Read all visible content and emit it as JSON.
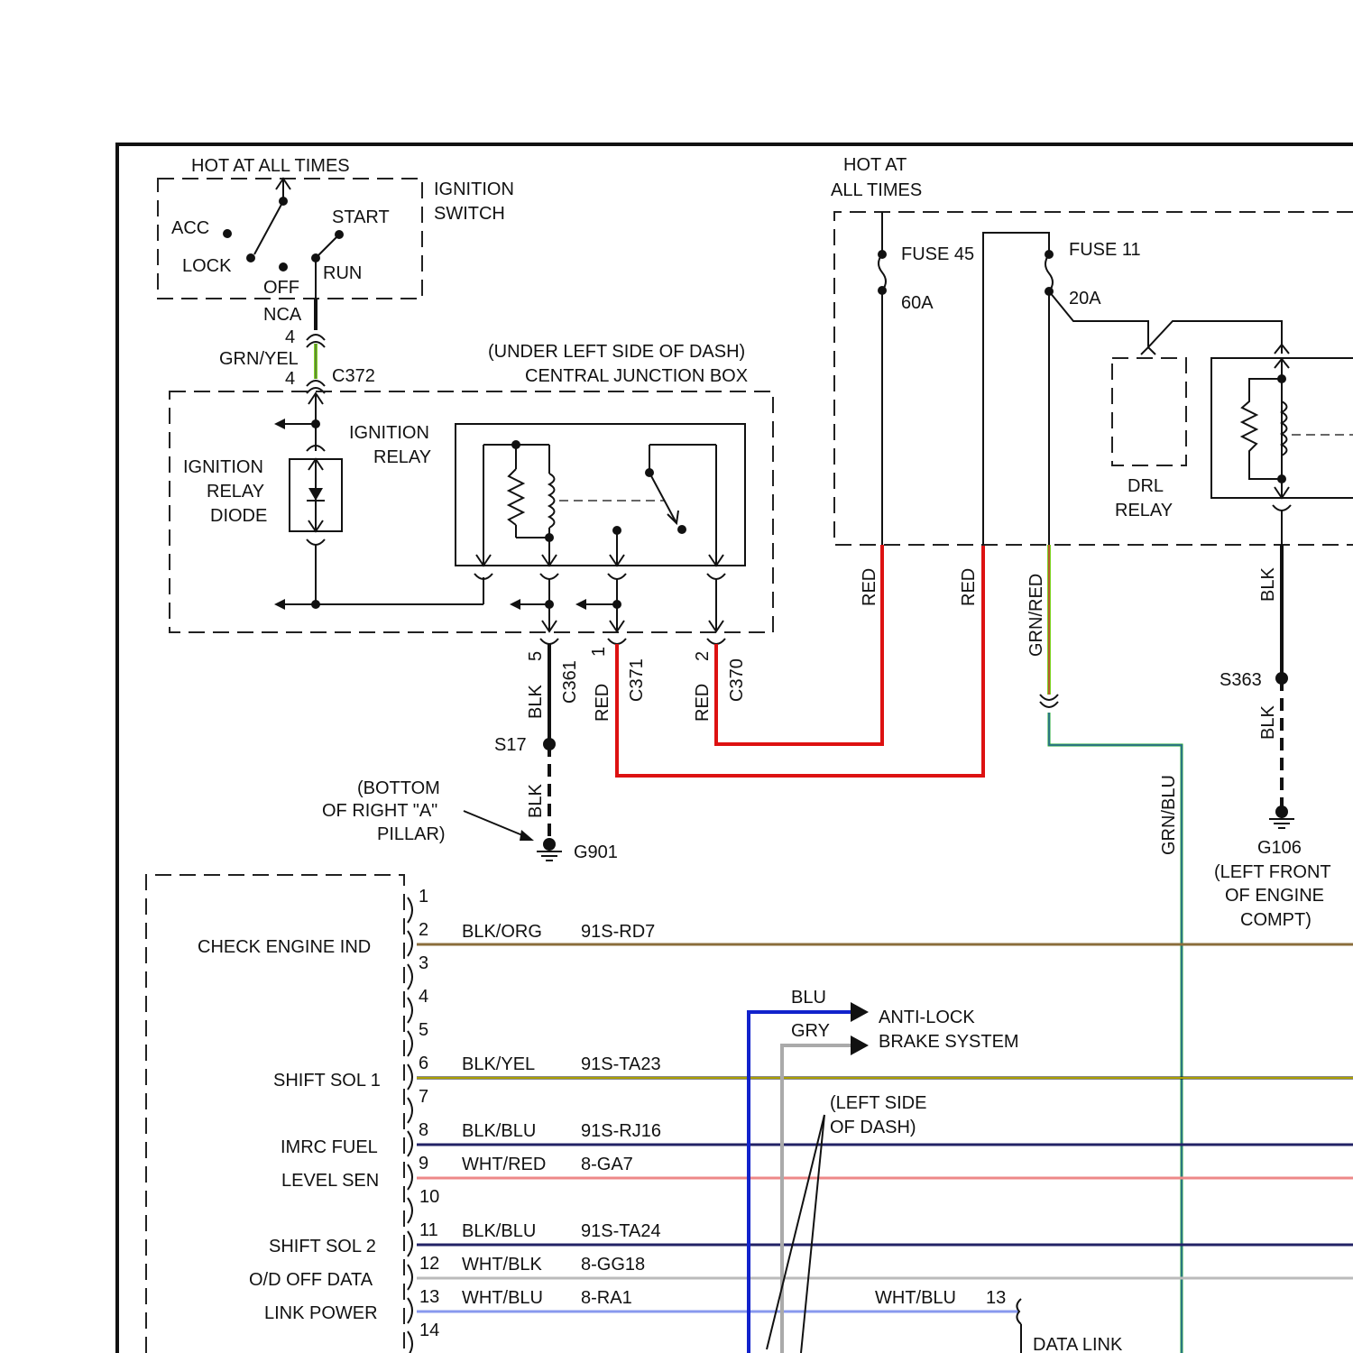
{
  "colors": {
    "red": "#dd1111",
    "blk": "#111111",
    "grn_yel": "#7ed321",
    "grn": "#22aa33",
    "blu": "#1122cc",
    "gry": "#aaaaaa",
    "brown": "#8a6d3b",
    "yellow": "#e0d000",
    "navy": "#222266",
    "pink": "#ee8888",
    "lightgray": "#bbbbbb",
    "lightblue": "#8899ee"
  },
  "ignition": {
    "hot_label": "HOT AT ALL TIMES",
    "switch_label_1": "IGNITION",
    "switch_label_2": "SWITCH",
    "acc": "ACC",
    "lock": "LOCK",
    "off": "OFF",
    "start": "START",
    "run": "RUN",
    "nca": "NCA",
    "pin_top": "4",
    "pin_bottom": "4",
    "wire": "GRN/YEL",
    "connector": "C372"
  },
  "junction": {
    "location_1": "(UNDER LEFT SIDE OF DASH)",
    "location_2": "CENTRAL JUNCTION BOX",
    "diode_1": "IGNITION",
    "diode_2": "RELAY",
    "diode_3": "DIODE",
    "relay_1": "IGNITION",
    "relay_2": "RELAY"
  },
  "outputs": {
    "pin5": "5",
    "c361": "C361",
    "blk1": "BLK",
    "pin1": "1",
    "c371": "C371",
    "red1": "RED",
    "pin2": "2",
    "c370": "C370",
    "red2": "RED",
    "s17": "S17",
    "blk2": "BLK",
    "g901": "G901",
    "ground_note_1": "(BOTTOM",
    "ground_note_2": "OF RIGHT \"A\"",
    "ground_note_3": "PILLAR)"
  },
  "fusebox": {
    "hot_1": "HOT AT",
    "hot_2": "ALL TIMES",
    "fuse45": "FUSE 45",
    "amp45": "60A",
    "fuse11": "FUSE 11",
    "amp11": "20A",
    "drl_1": "DRL",
    "drl_2": "RELAY",
    "red_a": "RED",
    "red_b": "RED",
    "grn_red": "GRN/RED",
    "blk_a": "BLK",
    "s363": "S363",
    "blk_b": "BLK",
    "g106": "G106",
    "g106_note_1": "(LEFT FRONT",
    "g106_note_2": "OF ENGINE",
    "g106_note_3": "COMPT)",
    "grn_blu": "GRN/BLU"
  },
  "pcm": {
    "pins": [
      "1",
      "2",
      "3",
      "4",
      "5",
      "6",
      "7",
      "8",
      "9",
      "10",
      "11",
      "12",
      "13",
      "14"
    ],
    "circuit_labels": [
      "CHECK ENGINE IND",
      "SHIFT SOL 1",
      "IMRC FUEL",
      "LEVEL SEN",
      "SHIFT SOL 2",
      "O/D OFF DATA",
      "LINK POWER"
    ],
    "wires": [
      {
        "pin": "2",
        "color_name": "BLK/ORG",
        "circuit": "91S-RD7"
      },
      {
        "pin": "6",
        "color_name": "BLK/YEL",
        "circuit": "91S-TA23"
      },
      {
        "pin": "8",
        "color_name": "BLK/BLU",
        "circuit": "91S-RJ16"
      },
      {
        "pin": "9",
        "color_name": "WHT/RED",
        "circuit": "8-GA7"
      },
      {
        "pin": "11",
        "color_name": "BLK/BLU",
        "circuit": "91S-TA24"
      },
      {
        "pin": "12",
        "color_name": "WHT/BLK",
        "circuit": "8-GG18"
      },
      {
        "pin": "13",
        "color_name": "WHT/BLU",
        "circuit": "8-RA1"
      }
    ],
    "blu": "BLU",
    "gry": "GRY",
    "abs_1": "ANTI-LOCK",
    "abs_2": "BRAKE SYSTEM",
    "dash_note_1": "(LEFT SIDE",
    "dash_note_2": "OF DASH)",
    "wht_blu": "WHT/BLU",
    "dl_pin": "13",
    "data_link": "DATA LINK"
  }
}
